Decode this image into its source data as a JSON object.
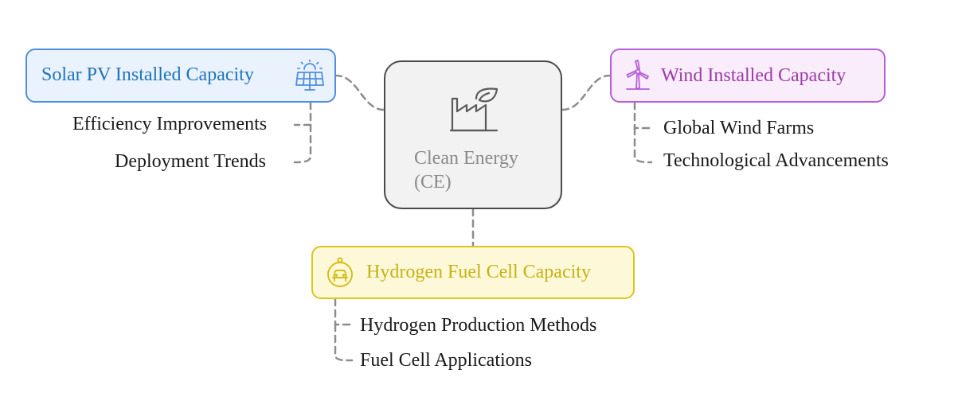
{
  "center": {
    "label_line1": "Clean Energy",
    "label_line2": "(CE)",
    "icon": "factory-leaf-icon"
  },
  "branches": [
    {
      "label": "Solar PV Installed Capacity",
      "icon": "solar-panel-icon",
      "color": "#1f74b8",
      "children": [
        "Efficiency Improvements",
        "Deployment Trends"
      ]
    },
    {
      "label": "Wind Installed Capacity",
      "icon": "wind-turbine-icon",
      "color": "#9b3ca8",
      "children": [
        "Global Wind Farms",
        "Technological Advancements"
      ]
    },
    {
      "label": "Hydrogen Fuel Cell Capacity",
      "icon": "fuel-cell-car-icon",
      "color": "#c7b212",
      "children": [
        "Hydrogen Production Methods",
        "Fuel Cell Applications"
      ]
    }
  ],
  "colors": {
    "center_border": "#4a4a4a",
    "center_fill": "#f2f2f2",
    "connector": "#8c8c8c"
  }
}
